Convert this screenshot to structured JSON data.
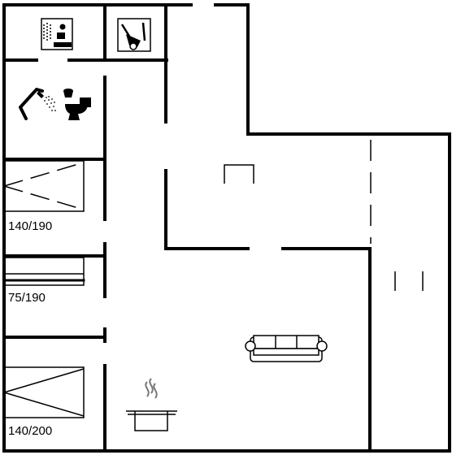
{
  "floorplan": {
    "bed_labels": {
      "bed1": "140/190",
      "bed2": "75/190",
      "bed3": "140/200"
    },
    "icons": [
      "sauna-icon",
      "utility-room-icon",
      "shower-icon",
      "toilet-icon",
      "sofa-icon",
      "cooking-pot-icon",
      "wardrobe-icon"
    ]
  }
}
